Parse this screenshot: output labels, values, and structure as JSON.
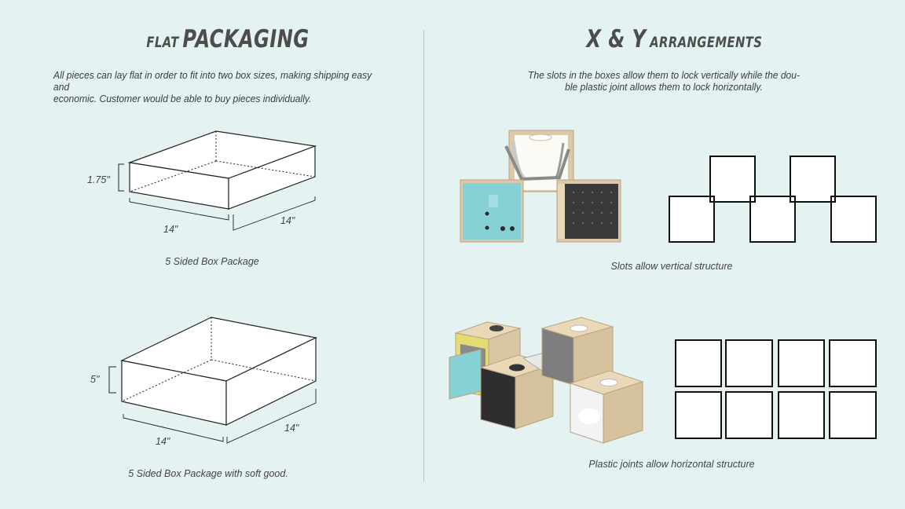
{
  "left": {
    "title_small": "FLAT",
    "title_large": "PACKAGING",
    "paragraph_line1": "All pieces can lay flat in order to fit into two box sizes, making shipping easy and",
    "paragraph_line2": "economic. Customer would be able to buy pieces individually.",
    "box1": {
      "height_label": "1.75\"",
      "width_label": "14\"",
      "depth_label": "14\"",
      "caption": "5 Sided Box Package"
    },
    "box2": {
      "height_label": "5\"",
      "width_label": "14\"",
      "depth_label": "14\"",
      "caption": "5 Sided Box Package with soft good."
    }
  },
  "right": {
    "title_large": "X & Y",
    "title_small": "ARRANGEMENTS",
    "paragraph_line1": "The slots in the boxes allow them to lock vertically while the dou-",
    "paragraph_line2": "ble plastic joint allows them to lock horizontally.",
    "caption_vertical": "Slots allow vertical structure",
    "caption_horizontal": "Plastic joints allow horizontal structure"
  },
  "colors": {
    "background": "#e4f2f1",
    "wood": "#dcc9a8",
    "teal": "#86d1d6",
    "yellow": "#e4dc72",
    "dark": "#2e2e2e"
  }
}
